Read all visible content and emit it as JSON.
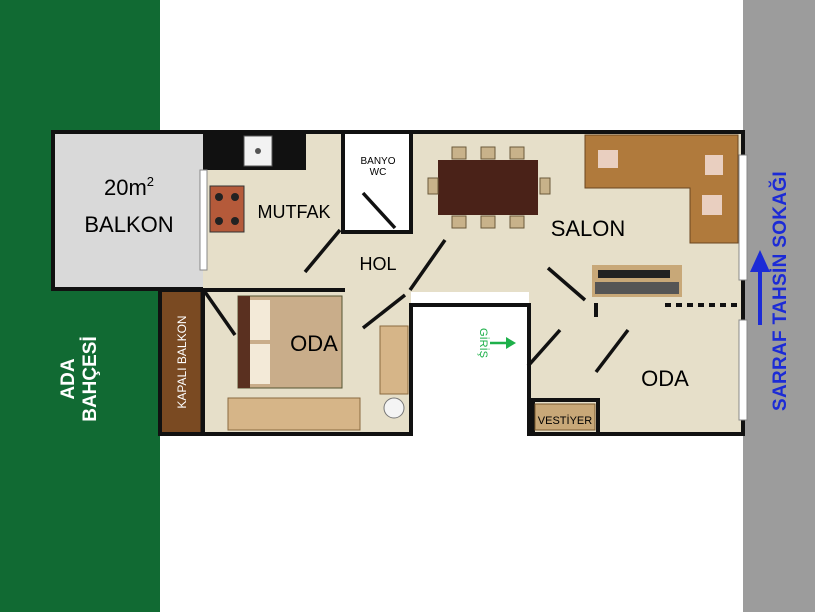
{
  "garden": {
    "line1": "ADA",
    "line2": "BAHÇESİ",
    "color": "#116a33"
  },
  "street": {
    "label": "SARRAF TAHSİN SOKAĞI",
    "color": "#1c2bd6"
  },
  "balcony": {
    "area": "20m",
    "sup": "2",
    "label": "BALKON"
  },
  "rooms": {
    "kitchen": "MUTFAK",
    "bath_line1": "BANYO",
    "bath_line2": "WC",
    "hall": "HOL",
    "living": "SALON",
    "bedroom_left": "ODA",
    "bedroom_right": "ODA",
    "closed_balcony": "KAPALI BALKON",
    "wardrobe": "VESTİYER",
    "entrance": "GİRİŞ"
  },
  "colors": {
    "floor": "#e6dfc9",
    "wall": "#111111",
    "closed_balcony": "#7a4a22",
    "entrance_arrow": "#1eb04a",
    "balcony_floor": "#d9d9d9"
  }
}
